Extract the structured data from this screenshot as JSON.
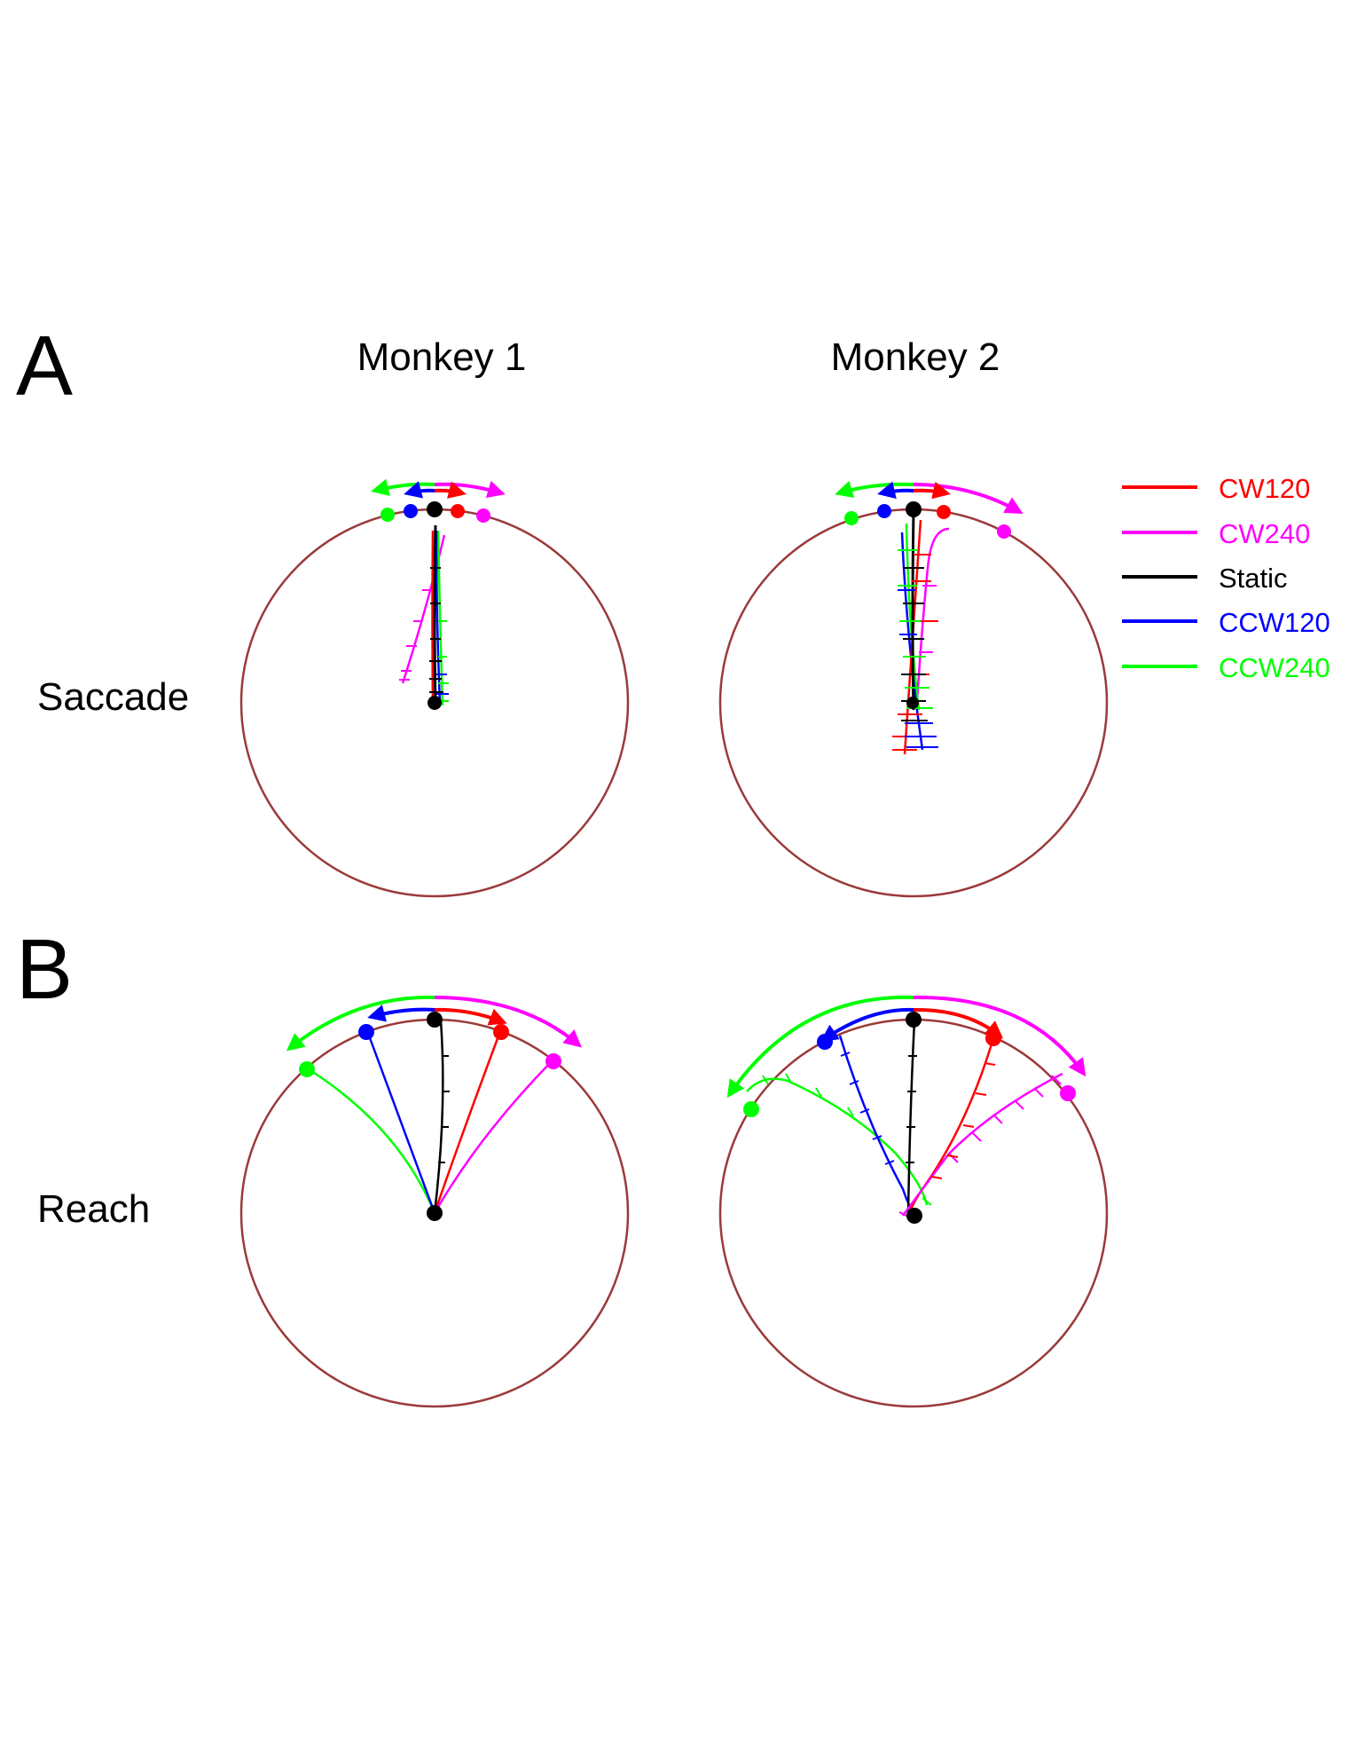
{
  "panels": {
    "A": "A",
    "B": "B"
  },
  "columns": [
    "Monkey 1",
    "Monkey 2"
  ],
  "rows": [
    "Saccade",
    "Reach"
  ],
  "legend": [
    {
      "label": "CW120",
      "color": "#ff0000"
    },
    {
      "label": "CW240",
      "color": "#ff00ff"
    },
    {
      "label": "Static",
      "color": "#000000"
    },
    {
      "label": "CCW120",
      "color": "#0000ff"
    },
    {
      "label": "CCW240",
      "color": "#00ff00"
    }
  ],
  "colors": {
    "circle": "#9b3a3a",
    "CW120": "#ff0000",
    "CW240": "#ff00ff",
    "Static": "#000000",
    "CCW120": "#0000ff",
    "CCW240": "#00ff00"
  }
}
